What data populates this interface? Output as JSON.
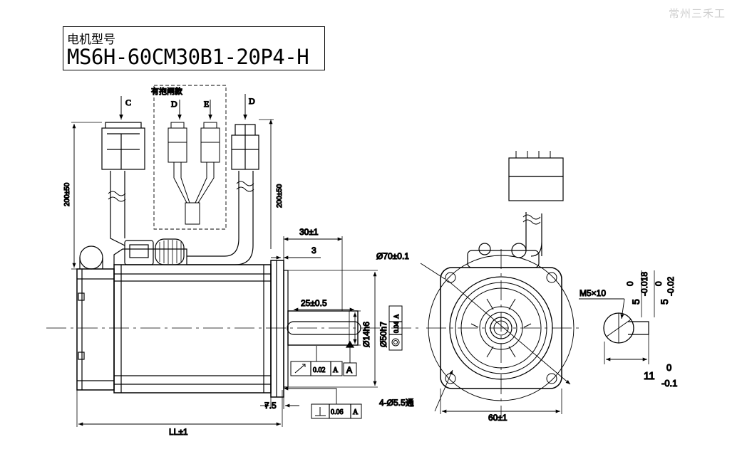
{
  "watermark": "常州三禾工",
  "model": {
    "label": "电机型号",
    "value": "MS6H-60CM30B1-20P4-H"
  },
  "brake_note": "有抱闸款",
  "connectors": {
    "c": "C",
    "d_brake": "D",
    "e_brake": "E",
    "d": "D"
  },
  "dims": {
    "cable_left": "200±50",
    "cable_right": "200±50",
    "shaft_total": "30±1",
    "flange_offset": "3",
    "key_length": "25±0.5",
    "shaft_dia": "Ø14h6",
    "pilot_dia": "Ø50h7",
    "flange_thick": "7.5",
    "body_length": "LL±1",
    "bolt_circle": "Ø70±0.1",
    "holes": "4-Ø5.5通",
    "flange_width": "60±1",
    "thread": "M5×10",
    "key_w": "5",
    "key_w_up": "0",
    "key_w_low": "-0.018",
    "key_w2": "5",
    "key_w2_up": "0",
    "key_w2_low": "-0.02",
    "key_h": "11",
    "key_h_up": "0",
    "key_h_low": "-0.1"
  },
  "tolerances": {
    "pilot_frame": {
      "value": "0.04",
      "datum": "A"
    },
    "runout": {
      "value": "0.02",
      "datum": "A"
    },
    "datum_label": "A",
    "perp": {
      "value": "0.06",
      "datum": "A"
    }
  }
}
